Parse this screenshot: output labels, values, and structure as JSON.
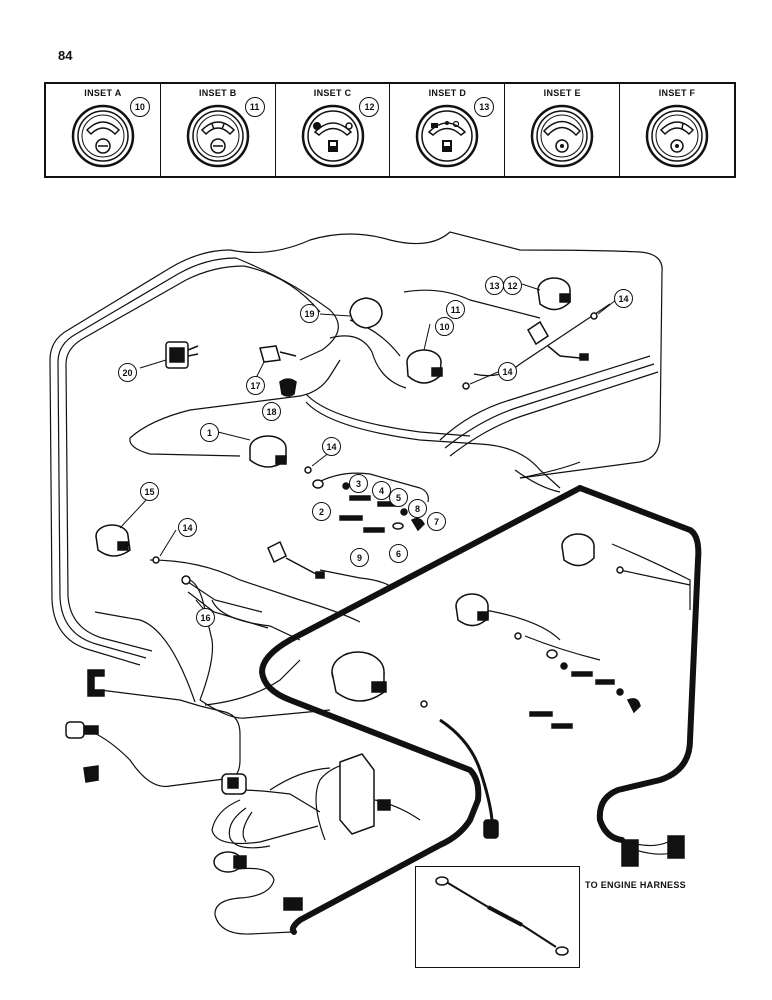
{
  "page_number": "84",
  "insets": [
    {
      "title": "INSET A",
      "callout": "10",
      "gauge": "gauge-meter-icon"
    },
    {
      "title": "INSET B",
      "callout": "11",
      "gauge": "gauge-meter-icon"
    },
    {
      "title": "INSET C",
      "callout": "12",
      "gauge": "fuel-gauge-icon"
    },
    {
      "title": "INSET D",
      "callout": "13",
      "gauge": "fuel-gauge-icon"
    },
    {
      "title": "INSET E",
      "callout": "",
      "gauge": "gauge-meter-icon"
    },
    {
      "title": "INSET F",
      "callout": "",
      "gauge": "gauge-meter-icon"
    }
  ],
  "callouts": {
    "c1": "1",
    "c2": "2",
    "c3": "3",
    "c4": "4",
    "c5": "5",
    "c6": "6",
    "c7": "7",
    "c8": "8",
    "c9": "9",
    "c10": "10",
    "c11": "11",
    "c12": "12",
    "c13": "13",
    "c14a": "14",
    "c14b": "14",
    "c14c": "14",
    "c14d": "14",
    "c15": "15",
    "c16": "16",
    "c17": "17",
    "c18": "18",
    "c19": "19",
    "c20": "20"
  },
  "engine_harness_label": "TO ENGINE HARNESS"
}
